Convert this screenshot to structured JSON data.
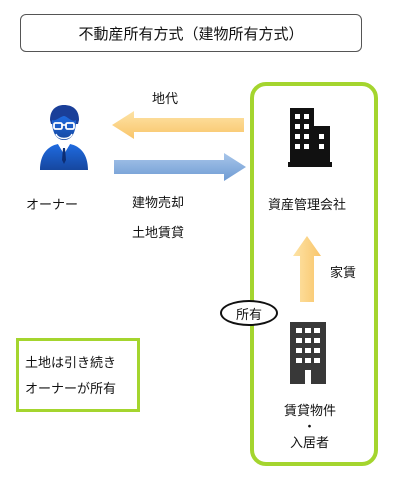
{
  "title": "不動産所有方式（建物所有方式）",
  "owner": {
    "label": "オーナー"
  },
  "company": {
    "label": "資産管理会社"
  },
  "property": {
    "label_line1": "賃貸物件",
    "label_dot": "・",
    "label_line2": "入居者"
  },
  "arrows": {
    "ground_rent": "地代",
    "building_sale": "建物売却",
    "land_lease": "土地賃貸",
    "rent": "家賃"
  },
  "ownership_tag": "所有",
  "note": {
    "line1": "土地は引き続き",
    "line2": "オーナーが所有"
  },
  "colors": {
    "frame_green": "#a4d52e",
    "arrow_orange": "#fcd68a",
    "arrow_blue": "#8fb4de",
    "person_blue": "#1e56c6"
  },
  "icons": {
    "owner": "businessman-icon",
    "company": "office-building-icon",
    "property": "apartment-building-icon"
  }
}
